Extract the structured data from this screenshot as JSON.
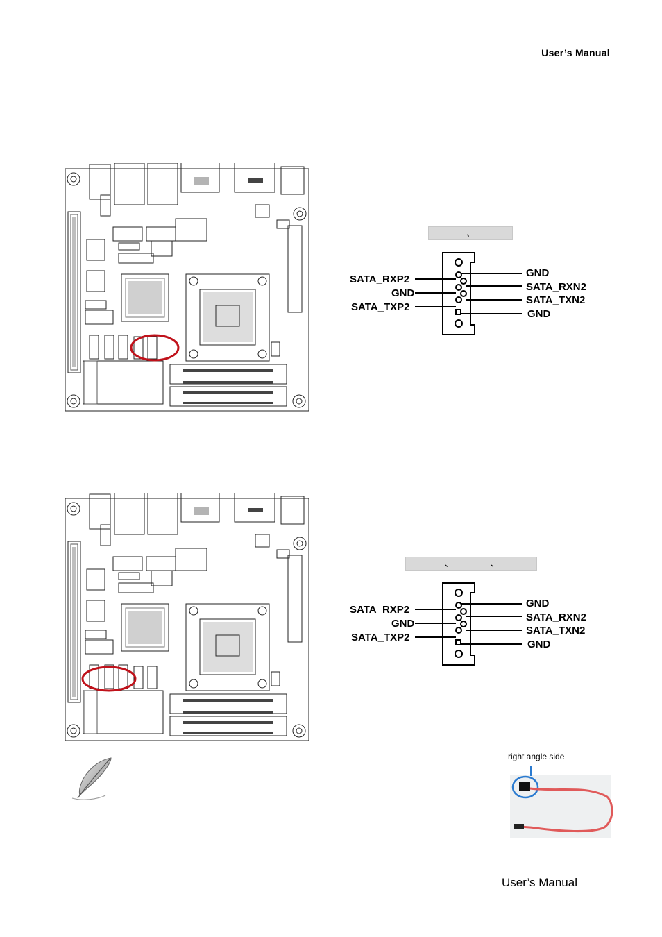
{
  "header": {
    "title": "User’s  Manual"
  },
  "footer": {
    "title": "User’s  Manual"
  },
  "section1": {
    "caption": "、",
    "pins_left": [
      "SATA_RXP2",
      "GND",
      "SATA_TXP2"
    ],
    "pins_right": [
      "GND",
      "SATA_RXN2",
      "SATA_TXN2",
      "GND"
    ]
  },
  "section2": {
    "caption_a": "、",
    "caption_b": "、",
    "pins_left": [
      "SATA_RXP2",
      "GND",
      "SATA_TXP2"
    ],
    "pins_right": [
      "GND",
      "SATA_RXN2",
      "SATA_TXN2",
      "GND"
    ]
  },
  "note": {
    "cable_label": "right angle side",
    "icon": "feather-quill-icon"
  },
  "colors": {
    "highlight": "#c0121b",
    "cable": "#e05a5a",
    "caption_bg": "#d9d9d9"
  }
}
